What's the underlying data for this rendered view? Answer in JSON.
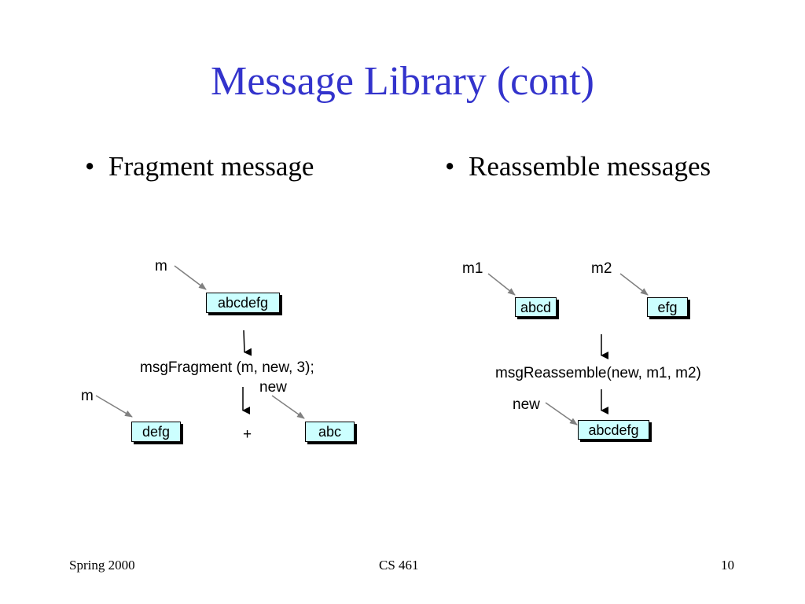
{
  "slide": {
    "title": "Message Library (cont)",
    "title_color": "#3333cc",
    "bullets": [
      "Fragment message",
      "Reassemble messages"
    ],
    "bullet_glyph": "•"
  },
  "fragment": {
    "label_m_top": "m",
    "box_original": "abcdefg",
    "call": "msgFragment (m, new, 3);",
    "label_new": "new",
    "label_m_bottom": "m",
    "box_rest": "defg",
    "plus": "+",
    "box_head": "abc"
  },
  "reassemble": {
    "label_m1": "m1",
    "label_m2": "m2",
    "box_first": "abcd",
    "box_second": "efg",
    "call": "msgReassemble(new, m1, m2)",
    "label_new": "new",
    "box_result": "abcdefg"
  },
  "footer": {
    "left": "Spring 2000",
    "center": "CS 461",
    "right": "10"
  },
  "colors": {
    "box_fill": "#ccffff",
    "pointer_arrow": "#808080",
    "flow_arrow": "#000000"
  }
}
